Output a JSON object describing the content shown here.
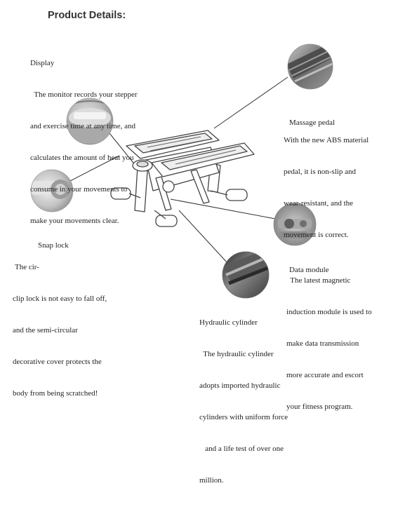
{
  "heading": "Product Details:",
  "features": {
    "display": {
      "title": "Display",
      "lines": [
        "  The monitor records your stepper",
        "and exercise time at any time, and",
        "calculates the amount of heat you",
        "consume in your movements to",
        "make your movements clear."
      ]
    },
    "massage_pedal": {
      "title": "Massage pedal",
      "lines": [
        "With the new ABS material",
        "pedal, it is non-slip and",
        "wear-resistant, and the",
        "movement is correct."
      ]
    },
    "snap_lock": {
      "title": "Snap lock",
      "lines": [
        "The cir-",
        "clip lock is not easy to fall off,",
        "and the semi-circular",
        "decorative cover protects the",
        "body from being scratched!"
      ]
    },
    "data_module": {
      "title": "Data module",
      "lines": [
        "  The latest magnetic",
        "induction module is used to",
        "make data transmission",
        "more accurate and escort",
        "your fitness program."
      ]
    },
    "hydraulic_cylinder": {
      "title": "Hydraulic cylinder",
      "lines": [
        "  The hydraulic cylinder",
        "adopts imported hydraulic",
        "cylinders with uniform force",
        "   and a life test of over one",
        "million."
      ]
    }
  },
  "colors": {
    "text": "#222222",
    "heading": "#333333",
    "line": "#333333",
    "device_stroke": "#444444"
  }
}
